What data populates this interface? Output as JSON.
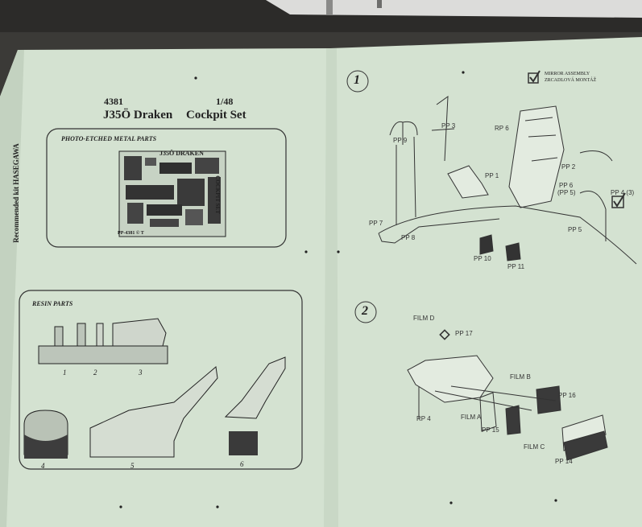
{
  "sheet": {
    "kit_number": "4381",
    "title": "J35Ö Draken",
    "scale": "1/48",
    "subtitle": "Cockpit Set",
    "recommended_kit": "Recommended kit HASEGAWA"
  },
  "photo_etched": {
    "heading": "PHOTO-ETCHED METAL PARTS",
    "fret_title": "J35Ö DRAKEN",
    "fret_side_text": "COCKPIT SET",
    "fret_code": "PP-4381 © T"
  },
  "resin": {
    "heading": "RESIN PARTS",
    "part_numbers": [
      "1",
      "2",
      "3",
      "4",
      "5",
      "6"
    ]
  },
  "step1": {
    "number": "1",
    "note_line1": "MIRROR ASSEMBLY",
    "note_line2": "ZRCADLOVÁ MONTÁŽ",
    "labels": {
      "pp3": "PP 3",
      "rp6": "RP 6",
      "pp9": "PP 9",
      "pp2": "PP 2",
      "pp1": "PP 1",
      "pp6": "PP 6",
      "pp5_paren": "(PP 5)",
      "pp4_3": "PP 4 (3)",
      "pp7": "PP 7",
      "pp5": "PP 5",
      "pp8": "PP 8",
      "pp10": "PP 10",
      "pp11": "PP 11"
    }
  },
  "step2": {
    "number": "2",
    "labels": {
      "film_d": "FILM D",
      "pp17": "PP 17",
      "film_b": "FILM B",
      "pp16": "PP 16",
      "rp4": "RP 4",
      "film_a": "FILM A",
      "pp15": "PP 15",
      "film_c": "FILM C",
      "pp14": "PP 14"
    }
  }
}
